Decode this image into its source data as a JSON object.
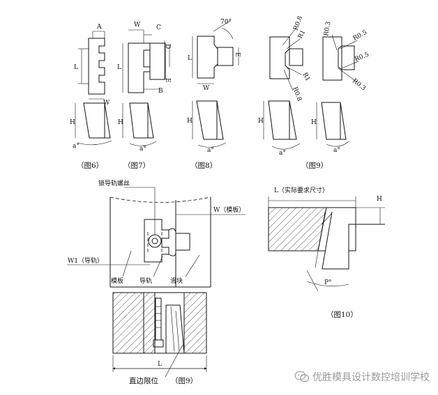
{
  "labels": {
    "A": "A",
    "W": "W",
    "L": "L",
    "B": "B",
    "C": "C",
    "D": "D",
    "E": "E",
    "H": "H",
    "deg_a": "a°",
    "deg_70": "70°",
    "deg_p": "P°",
    "r08a": "R0.8",
    "r1a": "R1",
    "r1b": "R1",
    "r08b": "R0.8",
    "r03a": "R0.3",
    "r05a": "R0.5",
    "r05b": "R0.5",
    "r03b": "R0.3"
  },
  "captions": {
    "fig6": "（图6）",
    "fig7": "（图7）",
    "fig8": "（图8）",
    "fig9a": "（图9）",
    "fig10": "（图10）",
    "fig9b": "（图9）"
  },
  "callouts": {
    "lock_screw": "锁导轨螺丝",
    "w_template": "W（模板）",
    "w1_guide": "W1（导轨）",
    "template": "模板",
    "guide": "导轨",
    "slider": "滑块",
    "length_actual": "L（实际要求尺寸）",
    "straight_limit": "直边限位"
  },
  "watermark": {
    "text": "优胜模具设计数控培训学校",
    "icon": "wechat-icon"
  }
}
